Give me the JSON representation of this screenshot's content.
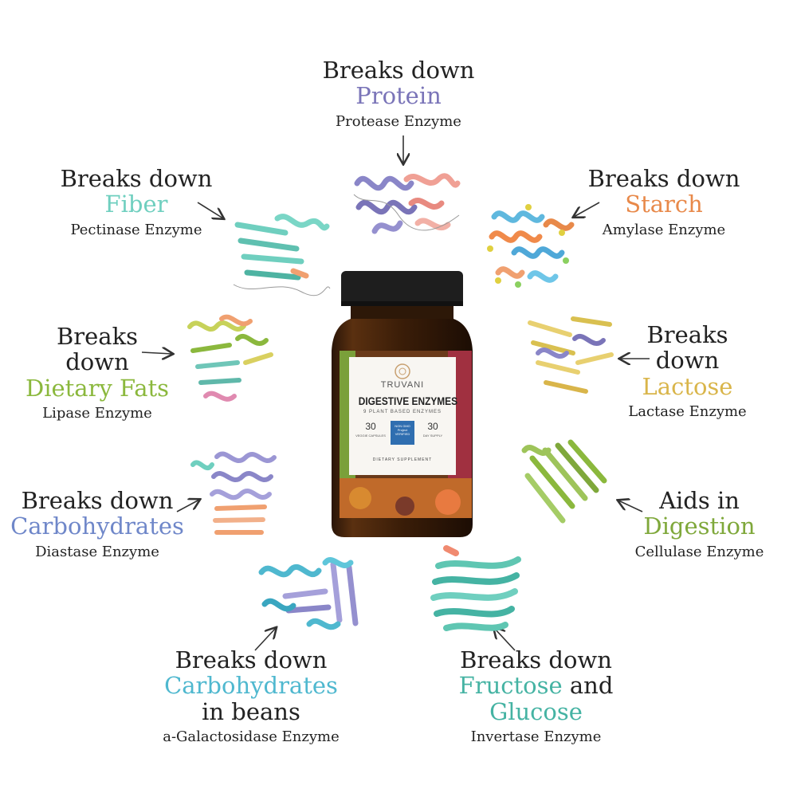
{
  "labels": {
    "protein": {
      "lead": "Breaks down",
      "key": "Protein",
      "enzyme": "Protease Enzyme"
    },
    "fiber": {
      "lead": "Breaks down",
      "key": "Fiber",
      "enzyme": "Pectinase Enzyme"
    },
    "starch": {
      "lead": "Breaks down",
      "key": "Starch",
      "enzyme": "Amylase Enzyme"
    },
    "fats": {
      "lead1": "Breaks",
      "lead2": "down",
      "key": "Dietary Fats",
      "enzyme": "Lipase Enzyme"
    },
    "lactose": {
      "lead1": "Breaks",
      "lead2": "down",
      "key": "Lactose",
      "enzyme": "Lactase Enzyme"
    },
    "carbs": {
      "lead": "Breaks down",
      "key": "Carbohydrates",
      "enzyme": "Diastase Enzyme"
    },
    "digestion": {
      "lead": "Aids in",
      "key": "Digestion",
      "enzyme": "Cellulase Enzyme"
    },
    "beans": {
      "lead": "Breaks down",
      "key": "Carbohydrates",
      "tail": "in beans",
      "enzyme": "a-Galactosidase Enzyme"
    },
    "fructose": {
      "lead": "Breaks down",
      "key1": "Fructose",
      "and": "and",
      "key2": "Glucose",
      "enzyme": "Invertase Enzyme"
    }
  },
  "bottle": {
    "brand": "TRUVANI",
    "product": "DIGESTIVE ENZYMES",
    "tagline": "9 PLANT BASED ENZYMES",
    "count_capsules": "30",
    "capsules_label": "VEGGIE CAPSULES",
    "badge": "NON GMO Project VERIFIED",
    "count_days": "30",
    "days_label": "DAY SUPPLY",
    "footer": "DIETARY SUPPLEMENT"
  },
  "colors": {
    "protein": "#7a74b8",
    "fiber": "#6fcfbf",
    "starch": "#e8894a",
    "fats": "#8bb83d",
    "lactose": "#d9b54a",
    "carbs": "#6f87c9",
    "digestion": "#7fa83b",
    "beans": "#4fb8cf",
    "fructose": "#45b3a3"
  },
  "icons": [
    "protein-structure-icon",
    "arrow-icon",
    "bottle-image"
  ]
}
